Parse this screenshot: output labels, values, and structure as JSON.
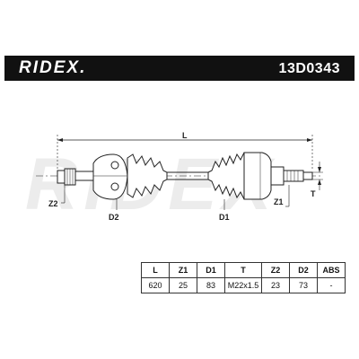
{
  "brand": "RIDEX.",
  "part_number": "13D0343",
  "watermark": "RIDEX",
  "dimension_labels": {
    "L": "L",
    "Z1": "Z1",
    "Z2": "Z2",
    "D1": "D1",
    "D2": "D2",
    "T": "T"
  },
  "spec_table": {
    "headers": [
      "L",
      "Z1",
      "D1",
      "T",
      "Z2",
      "D2",
      "ABS"
    ],
    "values": [
      "620",
      "25",
      "83",
      "M22x1.5",
      "23",
      "73",
      "-"
    ]
  },
  "colors": {
    "header_bg": "#111111",
    "header_text": "#ffffff",
    "line": "#222222"
  }
}
